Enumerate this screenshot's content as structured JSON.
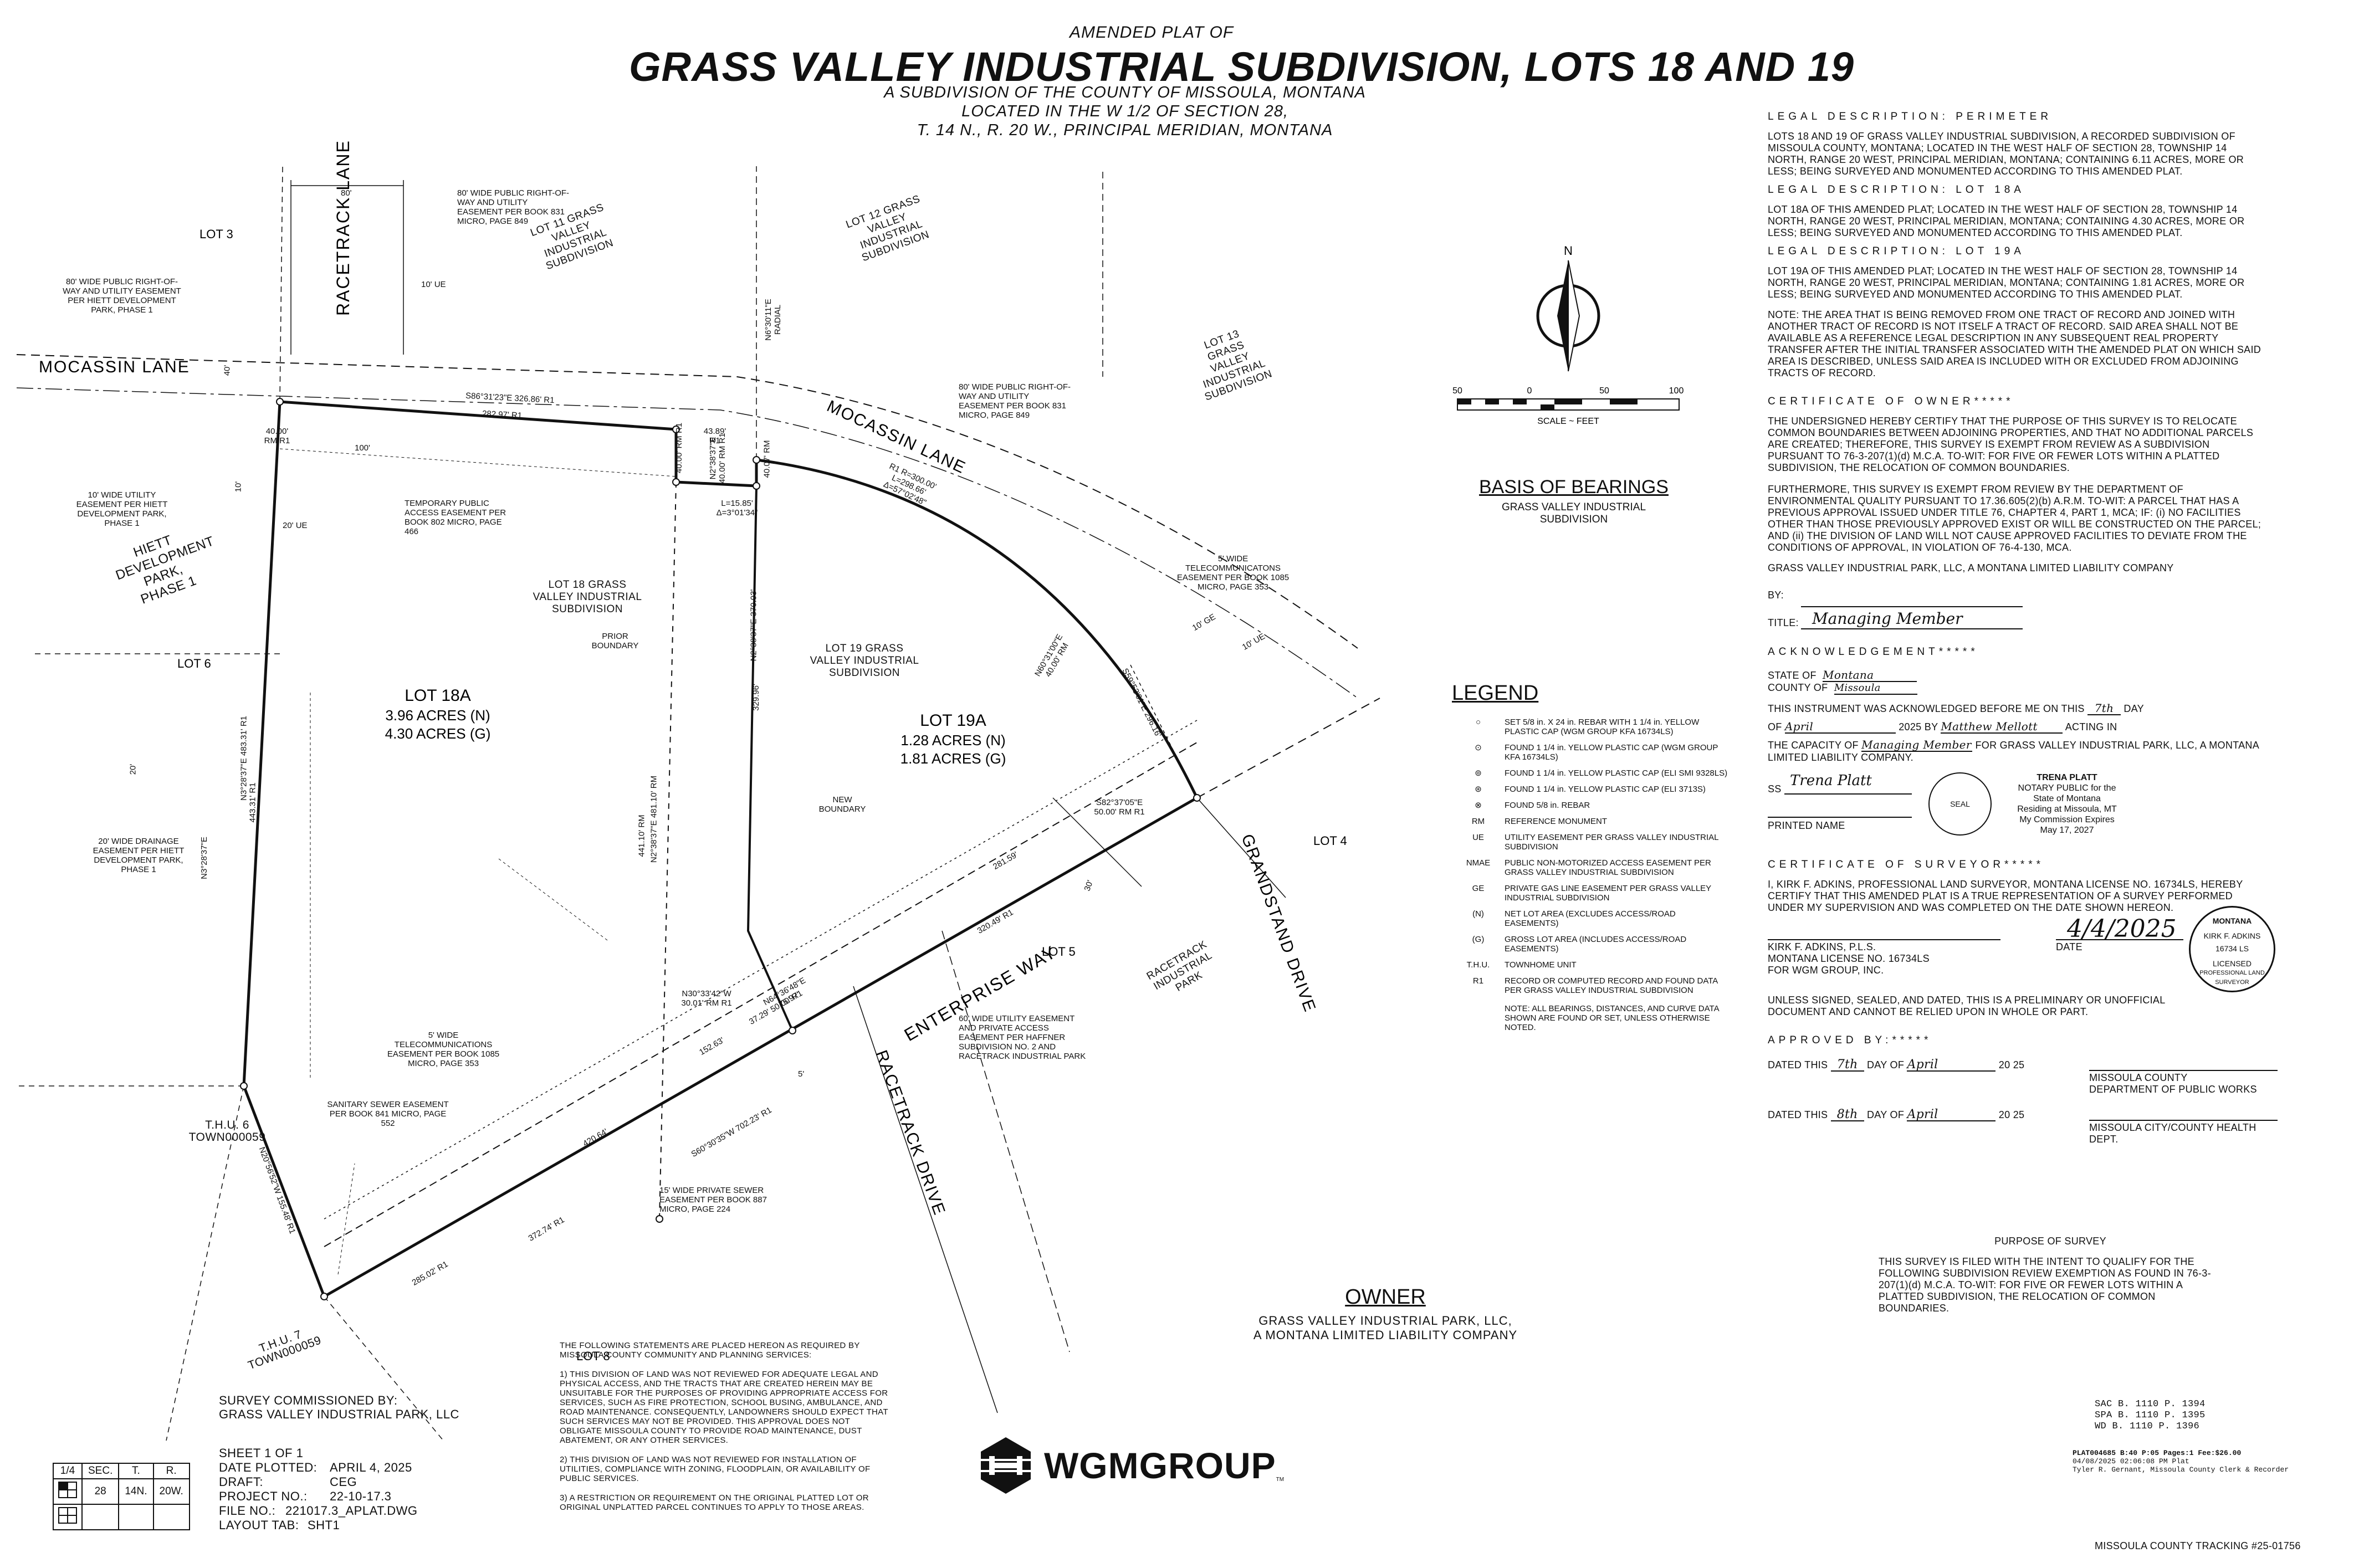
{
  "header": {
    "pre_title": "AMENDED PLAT OF",
    "title": "GRASS VALLEY INDUSTRIAL SUBDIVISION, LOTS 18 AND 19",
    "sub1": "A SUBDIVISION OF THE COUNTY OF MISSOULA, MONTANA",
    "sub2": "LOCATED IN THE W 1/2 OF SECTION 28,",
    "sub3": "T. 14 N., R. 20 W., PRINCIPAL MERIDIAN, MONTANA"
  },
  "map": {
    "lots": {
      "lot18a_name": "LOT 18A",
      "lot18a_net": "3.96 ACRES (N)",
      "lot18a_gross": "4.30 ACRES (G)",
      "lot19a_name": "LOT 19A",
      "lot19a_net": "1.28 ACRES (N)",
      "lot19a_gross": "1.81 ACRES (G)",
      "lot18_label": "LOT 18 GRASS VALLEY INDUSTRIAL SUBDIVISION",
      "lot19_label": "LOT 19 GRASS VALLEY INDUSTRIAL SUBDIVISION",
      "lot11_label": "LOT 11 GRASS VALLEY INDUSTRIAL SUBDIVISION",
      "lot12_label": "LOT 12 GRASS VALLEY INDUSTRIAL SUBDIVISION",
      "lot13_label": "LOT 13 GRASS VALLEY INDUSTRIAL SUBDIVISION",
      "lot3": "LOT 3",
      "lot4": "LOT 4",
      "lot5": "LOT 5",
      "lot6": "LOT 6",
      "lot8": "LOT 8",
      "hiett": "HIETT DEVELOPMENT PARK, PHASE 1",
      "thu6": "T.H.U. 6 TOWN000059",
      "thu7": "T.H.U. 7 TOWN000059",
      "racetrack_park": "RACETRACK INDUSTRIAL PARK"
    },
    "streets": {
      "mocassin_lane": "MOCASSIN LANE",
      "mocassin_lane_curve": "MOCASSIN LANE",
      "racetrack_lane": "RACETRACK LANE",
      "enterprise_way": "ENTERPRISE WAY",
      "grandstand_drive": "GRANDSTAND DRIVE",
      "racetrack_drive": "RACETRACK DRIVE"
    },
    "notes": {
      "row_80": "80' WIDE PUBLIC RIGHT-OF-WAY AND UTILITY EASEMENT PER BOOK 831 MICRO, PAGE 849",
      "row_80_hiett": "80' WIDE PUBLIC RIGHT-OF-WAY AND UTILITY EASEMENT PER HIETT DEVELOPMENT PARK, PHASE 1",
      "row_80_mocassin": "80' WIDE PUBLIC RIGHT-OF-WAY AND UTILITY EASEMENT PER BOOK 831 MICRO, PAGE 849",
      "util_10": "10' WIDE UTILITY EASEMENT PER HIETT DEVELOPMENT PARK, PHASE 1",
      "temp_access": "TEMPORARY PUBLIC ACCESS EASEMENT PER BOOK 802 MICRO, PAGE 466",
      "prior_boundary": "PRIOR BOUNDARY",
      "new_boundary": "NEW BOUNDARY",
      "drainage_20": "20' WIDE DRAINAGE EASEMENT PER HIETT DEVELOPMENT PARK, PHASE 1",
      "telecom_5_left": "5' WIDE TELECOMMUNICATIONS EASEMENT PER BOOK 1085 MICRO, PAGE 353",
      "telecom_5_right": "5' WIDE TELECOMMUNICATONS EASEMENT PER BOOK 1085 MICRO, PAGE 353",
      "sewer_sanitary": "SANITARY SEWER EASEMENT PER BOOK 841 MICRO, PAGE 552",
      "sewer_15": "15' WIDE PRIVATE SEWER EASEMENT PER BOOK 887 MICRO, PAGE 224",
      "util_60": "60' WIDE UTILITY EASEMENT AND PRIVATE ACCESS EASEMENT PER HAFFNER SUBDIVISION NO. 2 AND RACETRACK INDUSTRIAL PARK",
      "ue_20": "20' UE",
      "ue_10": "10' UE",
      "ge_10": "10' GE",
      "ue_10b": "10' UE",
      "dim_80": "80'",
      "dim_100": "100'",
      "dim_40": "40'",
      "dim_30": "30'",
      "dim_10": "10'",
      "dim_5": "5'",
      "b1": "S86°31'23\"E 326.86' R1",
      "b1b": "282.97' R1",
      "b2": "40.00' RM R1",
      "b3": "43.89' R1",
      "b4": "40.00' RM R1",
      "b5": "N2°38'37\"E 40.00' RM R1",
      "b6": "40.07' RM",
      "b7": "L=15.85' Δ=3°01'34\"",
      "b8": "R1 R=300.00' L=298.66' Δ=57°02'48\"",
      "b9": "N60°31'00\"E 40.00' RM",
      "b10": "S59°53'01\"E 296.16'",
      "b11": "S82°37'05\"E 50.00' RM R1",
      "b12": "N2°38'37\"E 370.03'",
      "b13": "329.96'",
      "b14": "N2°38'37\"E 481.10' RM",
      "b15": "441.10' RM",
      "b16": "N3°28'37\"E 483.31' R1",
      "b17": "443.31' R1",
      "b18": "N64°36'48\"E 75.97'",
      "b19": "37.29' 50.00' R1",
      "b20": "N30°33'42\"W 30.01' RM R1",
      "b21": "281.59'",
      "b22": "320.49' R1",
      "b23": "S60°30'35\"W 702.23' R1",
      "b24": "420.64'",
      "b25": "152.63'",
      "b26": "372.74' R1",
      "b27": "285.02' R1",
      "b28": "N20°56'52\"W 155.48' R1",
      "b29": "N3°28'37\"E",
      "b30": "N6°30'11\"E RADIAL",
      "b31": "20'"
    }
  },
  "north_arrow": {
    "letter": "N",
    "scale_0": "0",
    "scale_50": "50",
    "scale_100": "100",
    "scale_neg50": "50",
    "scale_label": "SCALE ~ FEET"
  },
  "basis": {
    "title": "BASIS OF BEARINGS",
    "text": "GRASS VALLEY INDUSTRIAL SUBDIVISION"
  },
  "legend": {
    "title": "LEGEND",
    "rows": [
      {
        "sym": "○",
        "text": "SET 5/8 in. X 24 in. REBAR WITH 1 1/4 in. YELLOW PLASTIC CAP (WGM GROUP KFA 16734LS)"
      },
      {
        "sym": "⊙",
        "text": "FOUND 1 1/4 in. YELLOW PLASTIC CAP (WGM GROUP KFA 16734LS)"
      },
      {
        "sym": "⊚",
        "text": "FOUND 1 1/4 in. YELLOW PLASTIC CAP (ELI SMI 9328LS)"
      },
      {
        "sym": "⊛",
        "text": "FOUND 1 1/4 in. YELLOW PLASTIC CAP (ELI 3713S)"
      },
      {
        "sym": "⊗",
        "text": "FOUND 5/8 in. REBAR"
      },
      {
        "sym": "RM",
        "text": "REFERENCE MONUMENT"
      },
      {
        "sym": "UE",
        "text": "UTILITY EASEMENT PER GRASS VALLEY INDUSTRIAL SUBDIVISION"
      },
      {
        "sym": "NMAE",
        "text": "PUBLIC NON-MOTORIZED ACCESS EASEMENT PER GRASS VALLEY INDUSTRIAL SUBDIVISION"
      },
      {
        "sym": "GE",
        "text": "PRIVATE GAS LINE EASEMENT PER GRASS VALLEY INDUSTRIAL SUBDIVISION"
      },
      {
        "sym": "(N)",
        "text": "NET LOT AREA (EXCLUDES ACCESS/ROAD EASEMENTS)"
      },
      {
        "sym": "(G)",
        "text": "GROSS LOT AREA (INCLUDES ACCESS/ROAD EASEMENTS)"
      },
      {
        "sym": "T.H.U.",
        "text": "TOWNHOME UNIT"
      },
      {
        "sym": "R1",
        "text": "RECORD OR COMPUTED RECORD AND FOUND DATA PER GRASS VALLEY INDUSTRIAL SUBDIVISION"
      }
    ],
    "note": "NOTE: ALL BEARINGS, DISTANCES, AND CURVE DATA SHOWN ARE FOUND OR SET, UNLESS OTHERWISE NOTED."
  },
  "owner": {
    "title": "OWNER",
    "line1": "GRASS VALLEY INDUSTRIAL PARK, LLC,",
    "line2": "A MONTANA LIMITED LIABILITY COMPANY"
  },
  "right": {
    "ld_perimeter_h": "LEGAL DESCRIPTION: PERIMETER",
    "ld_perimeter": "LOTS 18 AND 19 OF GRASS VALLEY INDUSTRIAL SUBDIVISION, A RECORDED SUBDIVISION OF MISSOULA COUNTY, MONTANA; LOCATED IN THE WEST HALF OF SECTION 28, TOWNSHIP 14 NORTH, RANGE 20 WEST, PRINCIPAL MERIDIAN, MONTANA; CONTAINING 6.11 ACRES, MORE OR LESS; BEING SURVEYED AND MONUMENTED ACCORDING TO THIS AMENDED PLAT.",
    "ld_18a_h": "LEGAL DESCRIPTION: LOT 18A",
    "ld_18a": "LOT 18A OF THIS AMENDED PLAT; LOCATED IN THE WEST HALF OF SECTION 28, TOWNSHIP 14 NORTH, RANGE 20 WEST, PRINCIPAL MERIDIAN, MONTANA; CONTAINING 4.30 ACRES, MORE OR LESS; BEING SURVEYED AND MONUMENTED ACCORDING TO THIS AMENDED PLAT.",
    "ld_19a_h": "LEGAL DESCRIPTION: LOT 19A",
    "ld_19a": "LOT 19A OF THIS AMENDED PLAT; LOCATED IN THE WEST HALF OF SECTION 28, TOWNSHIP 14 NORTH, RANGE 20 WEST, PRINCIPAL MERIDIAN, MONTANA; CONTAINING 1.81 ACRES, MORE OR LESS; BEING SURVEYED AND MONUMENTED ACCORDING TO THIS AMENDED PLAT.",
    "note": "NOTE: THE AREA THAT IS BEING REMOVED FROM ONE TRACT OF RECORD AND JOINED WITH ANOTHER TRACT OF RECORD IS NOT ITSELF A TRACT OF RECORD. SAID AREA SHALL NOT BE AVAILABLE AS A REFERENCE LEGAL DESCRIPTION IN ANY SUBSEQUENT REAL PROPERTY TRANSFER AFTER THE INITIAL TRANSFER ASSOCIATED WITH THE AMENDED PLAT ON WHICH SAID AREA IS DESCRIBED, UNLESS SAID AREA IS INCLUDED WITH OR EXCLUDED FROM ADJOINING TRACTS OF RECORD.",
    "cert_owner_h": "CERTIFICATE OF OWNER*****",
    "cert_owner_1": "THE UNDERSIGNED HEREBY CERTIFY THAT THE PURPOSE OF THIS SURVEY IS TO RELOCATE COMMON BOUNDARIES BETWEEN ADJOINING PROPERTIES, AND THAT NO ADDITIONAL PARCELS ARE CREATED; THEREFORE, THIS SURVEY IS EXEMPT FROM REVIEW AS A SUBDIVISION PURSUANT TO 76-3-207(1)(d) M.C.A. TO-WIT: FOR FIVE OR FEWER LOTS WITHIN A PLATTED SUBDIVISION, THE RELOCATION OF COMMON BOUNDARIES.",
    "cert_owner_2": "FURTHERMORE, THIS SURVEY IS EXEMPT FROM REVIEW BY THE DEPARTMENT OF ENVIRONMENTAL QUALITY PURSUANT TO 17.36.605(2)(b) A.R.M. TO-WIT: A PARCEL THAT HAS A PREVIOUS APPROVAL ISSUED UNDER TITLE 76, CHAPTER 4, PART 1, MCA; IF: (i) NO FACILITIES OTHER THAN THOSE PREVIOUSLY APPROVED EXIST OR WILL BE CONSTRUCTED ON THE PARCEL; AND (ii) THE DIVISION OF LAND WILL NOT CAUSE APPROVED FACILITIES TO DEVIATE FROM THE CONDITIONS OF APPROVAL, IN VIOLATION OF 76-4-130, MCA.",
    "cert_owner_co": "GRASS VALLEY INDUSTRIAL PARK, LLC, A MONTANA LIMITED LIABILITY COMPANY",
    "by": "BY:",
    "title_lbl": "TITLE:",
    "title_sig": "Managing Member",
    "ack_h": "ACKNOWLEDGEMENT*****",
    "state_lbl": "STATE OF",
    "state_val": "Montana",
    "county_lbl": "COUNTY OF",
    "county_val": "Missoula",
    "ack_1": "THIS INSTRUMENT WAS ACKNOWLEDGED BEFORE ME ON THIS",
    "ack_day": "7th",
    "ack_day_lbl": "DAY",
    "ack_of": "OF",
    "ack_month": "April",
    "ack_year": "2025",
    "ack_by": "BY",
    "ack_name": "Matthew Mellott",
    "ack_acting": "ACTING IN",
    "ack_cap": "THE CAPACITY OF",
    "ack_cap_val": "Managing Member",
    "ack_for": "FOR GRASS VALLEY INDUSTRIAL PARK, LLC, A MONTANA LIMITED LIABILITY COMPANY.",
    "ss": "SS",
    "printed_name": "PRINTED NAME",
    "printed_val": "Trena Platt",
    "notary_name": "TRENA PLATT",
    "notary_1": "NOTARY PUBLIC for the",
    "notary_2": "State of Montana",
    "notary_3": "Residing at Missoula, MT",
    "notary_4": "My Commission Expires",
    "notary_5": "May 17, 2027",
    "notary_seal": "SEAL",
    "cert_surv_h": "CERTIFICATE OF SURVEYOR*****",
    "cert_surv": "I, KIRK F. ADKINS, PROFESSIONAL LAND SURVEYOR, MONTANA LICENSE NO. 16734LS, HEREBY CERTIFY THAT THIS AMENDED PLAT IS A TRUE REPRESENTATION OF A SURVEY PERFORMED UNDER MY SUPERVISION AND WAS COMPLETED ON THE DATE SHOWN HEREON.",
    "surv_name": "KIRK F. ADKINS, P.L.S.",
    "surv_lic": "MONTANA LICENSE NO. 16734LS",
    "surv_for": "FOR WGM GROUP, INC.",
    "surv_date": "4/4/2025",
    "date_lbl": "DATE",
    "surv_note": "UNLESS SIGNED, SEALED, AND DATED, THIS IS A PRELIMINARY OR UNOFFICIAL DOCUMENT AND CANNOT BE RELIED UPON IN WHOLE OR PART.",
    "seal_top": "MONTANA",
    "seal_name": "KIRK F. ADKINS",
    "seal_num": "16734 LS",
    "seal_lic": "LICENSED",
    "seal_bottom": "PROFESSIONAL LAND SURVEYOR",
    "approved_h": "APPROVED BY:*****",
    "ap1_dated": "DATED THIS",
    "ap1_day": "7th",
    "ap1_dayof": "DAY OF",
    "ap1_month": "April",
    "ap1_year": "20 25",
    "ap1_org1": "MISSOULA COUNTY",
    "ap1_org2": "DEPARTMENT OF PUBLIC WORKS",
    "ap2_dated": "DATED THIS",
    "ap2_day": "8th",
    "ap2_dayof": "DAY OF",
    "ap2_month": "April",
    "ap2_year": "20 25",
    "ap2_org": "MISSOULA CITY/COUNTY HEALTH DEPT.",
    "purpose_h": "PURPOSE OF SURVEY",
    "purpose": "THIS SURVEY IS FILED WITH THE INTENT TO QUALIFY FOR THE FOLLOWING SUBDIVISION REVIEW EXEMPTION AS FOUND IN 76-3-207(1)(d) M.C.A. TO-WIT: FOR FIVE OR FEWER LOTS WITHIN A PLATTED SUBDIVISION, THE RELOCATION OF COMMON BOUNDARIES.",
    "sac": "SAC  B. 1110  P. 1394",
    "spa": "SPA  B. 1110  P. 1395",
    "wd": "WD   B. 1110  P. 1396",
    "stamp1": "PLAT004685  B:40 P:05  Pages:1  Fee:$26.00",
    "stamp2": "04/08/2025 02:06:08 PM  Plat",
    "stamp3": "Tyler R. Gernant, Missoula County Clerk & Recorder",
    "tracking": "MISSOULA COUNTY TRACKING #25-01756"
  },
  "bottom": {
    "commissioned_1": "SURVEY COMMISSIONED BY:",
    "commissioned_2": "GRASS VALLEY INDUSTRIAL PARK, LLC",
    "sheet": "SHEET 1 OF 1",
    "date_plotted_l": "DATE PLOTTED:",
    "date_plotted": "APRIL 4, 2025",
    "draft_l": "DRAFT:",
    "draft": "CEG",
    "project_l": "PROJECT NO.:",
    "project": "22-10-17.3",
    "file_l": "FILE NO.:",
    "file": "221017.3_APLAT.DWG",
    "layout_l": "LAYOUT TAB:",
    "layout": "SHT1",
    "sec_h": [
      "1/4",
      "SEC.",
      "T.",
      "R."
    ],
    "sec_v": [
      "28",
      "14N.",
      "20W."
    ],
    "statements_h": "THE FOLLOWING STATEMENTS ARE PLACED HEREON AS REQUIRED BY MISSOULA COUNTY COMMUNITY AND PLANNING SERVICES:",
    "statement1": "1) THIS DIVISION OF LAND WAS NOT REVIEWED FOR ADEQUATE LEGAL AND PHYSICAL ACCESS, AND THE TRACTS THAT ARE CREATED HEREIN MAY BE UNSUITABLE FOR THE PURPOSES OF PROVIDING APPROPRIATE ACCESS FOR SERVICES, SUCH AS FIRE PROTECTION, SCHOOL BUSING, AMBULANCE, AND ROAD MAINTENANCE. CONSEQUENTLY, LANDOWNERS SHOULD EXPECT THAT SUCH SERVICES MAY NOT BE PROVIDED. THIS APPROVAL DOES NOT OBLIGATE MISSOULA COUNTY TO PROVIDE ROAD MAINTENANCE, DUST ABATEMENT, OR ANY OTHER SERVICES.",
    "statement2": "2) THIS DIVISION OF LAND WAS NOT REVIEWED FOR INSTALLATION OF UTILITIES, COMPLIANCE WITH ZONING, FLOODPLAIN, OR AVAILABILITY OF PUBLIC SERVICES.",
    "statement3": "3) A RESTRICTION OR REQUIREMENT ON THE ORIGINAL PLATTED LOT OR ORIGINAL UNPLATTED PARCEL CONTINUES TO APPLY TO THOSE AREAS.",
    "logo": "WGMGROUP",
    "logo_tm": "TM"
  }
}
